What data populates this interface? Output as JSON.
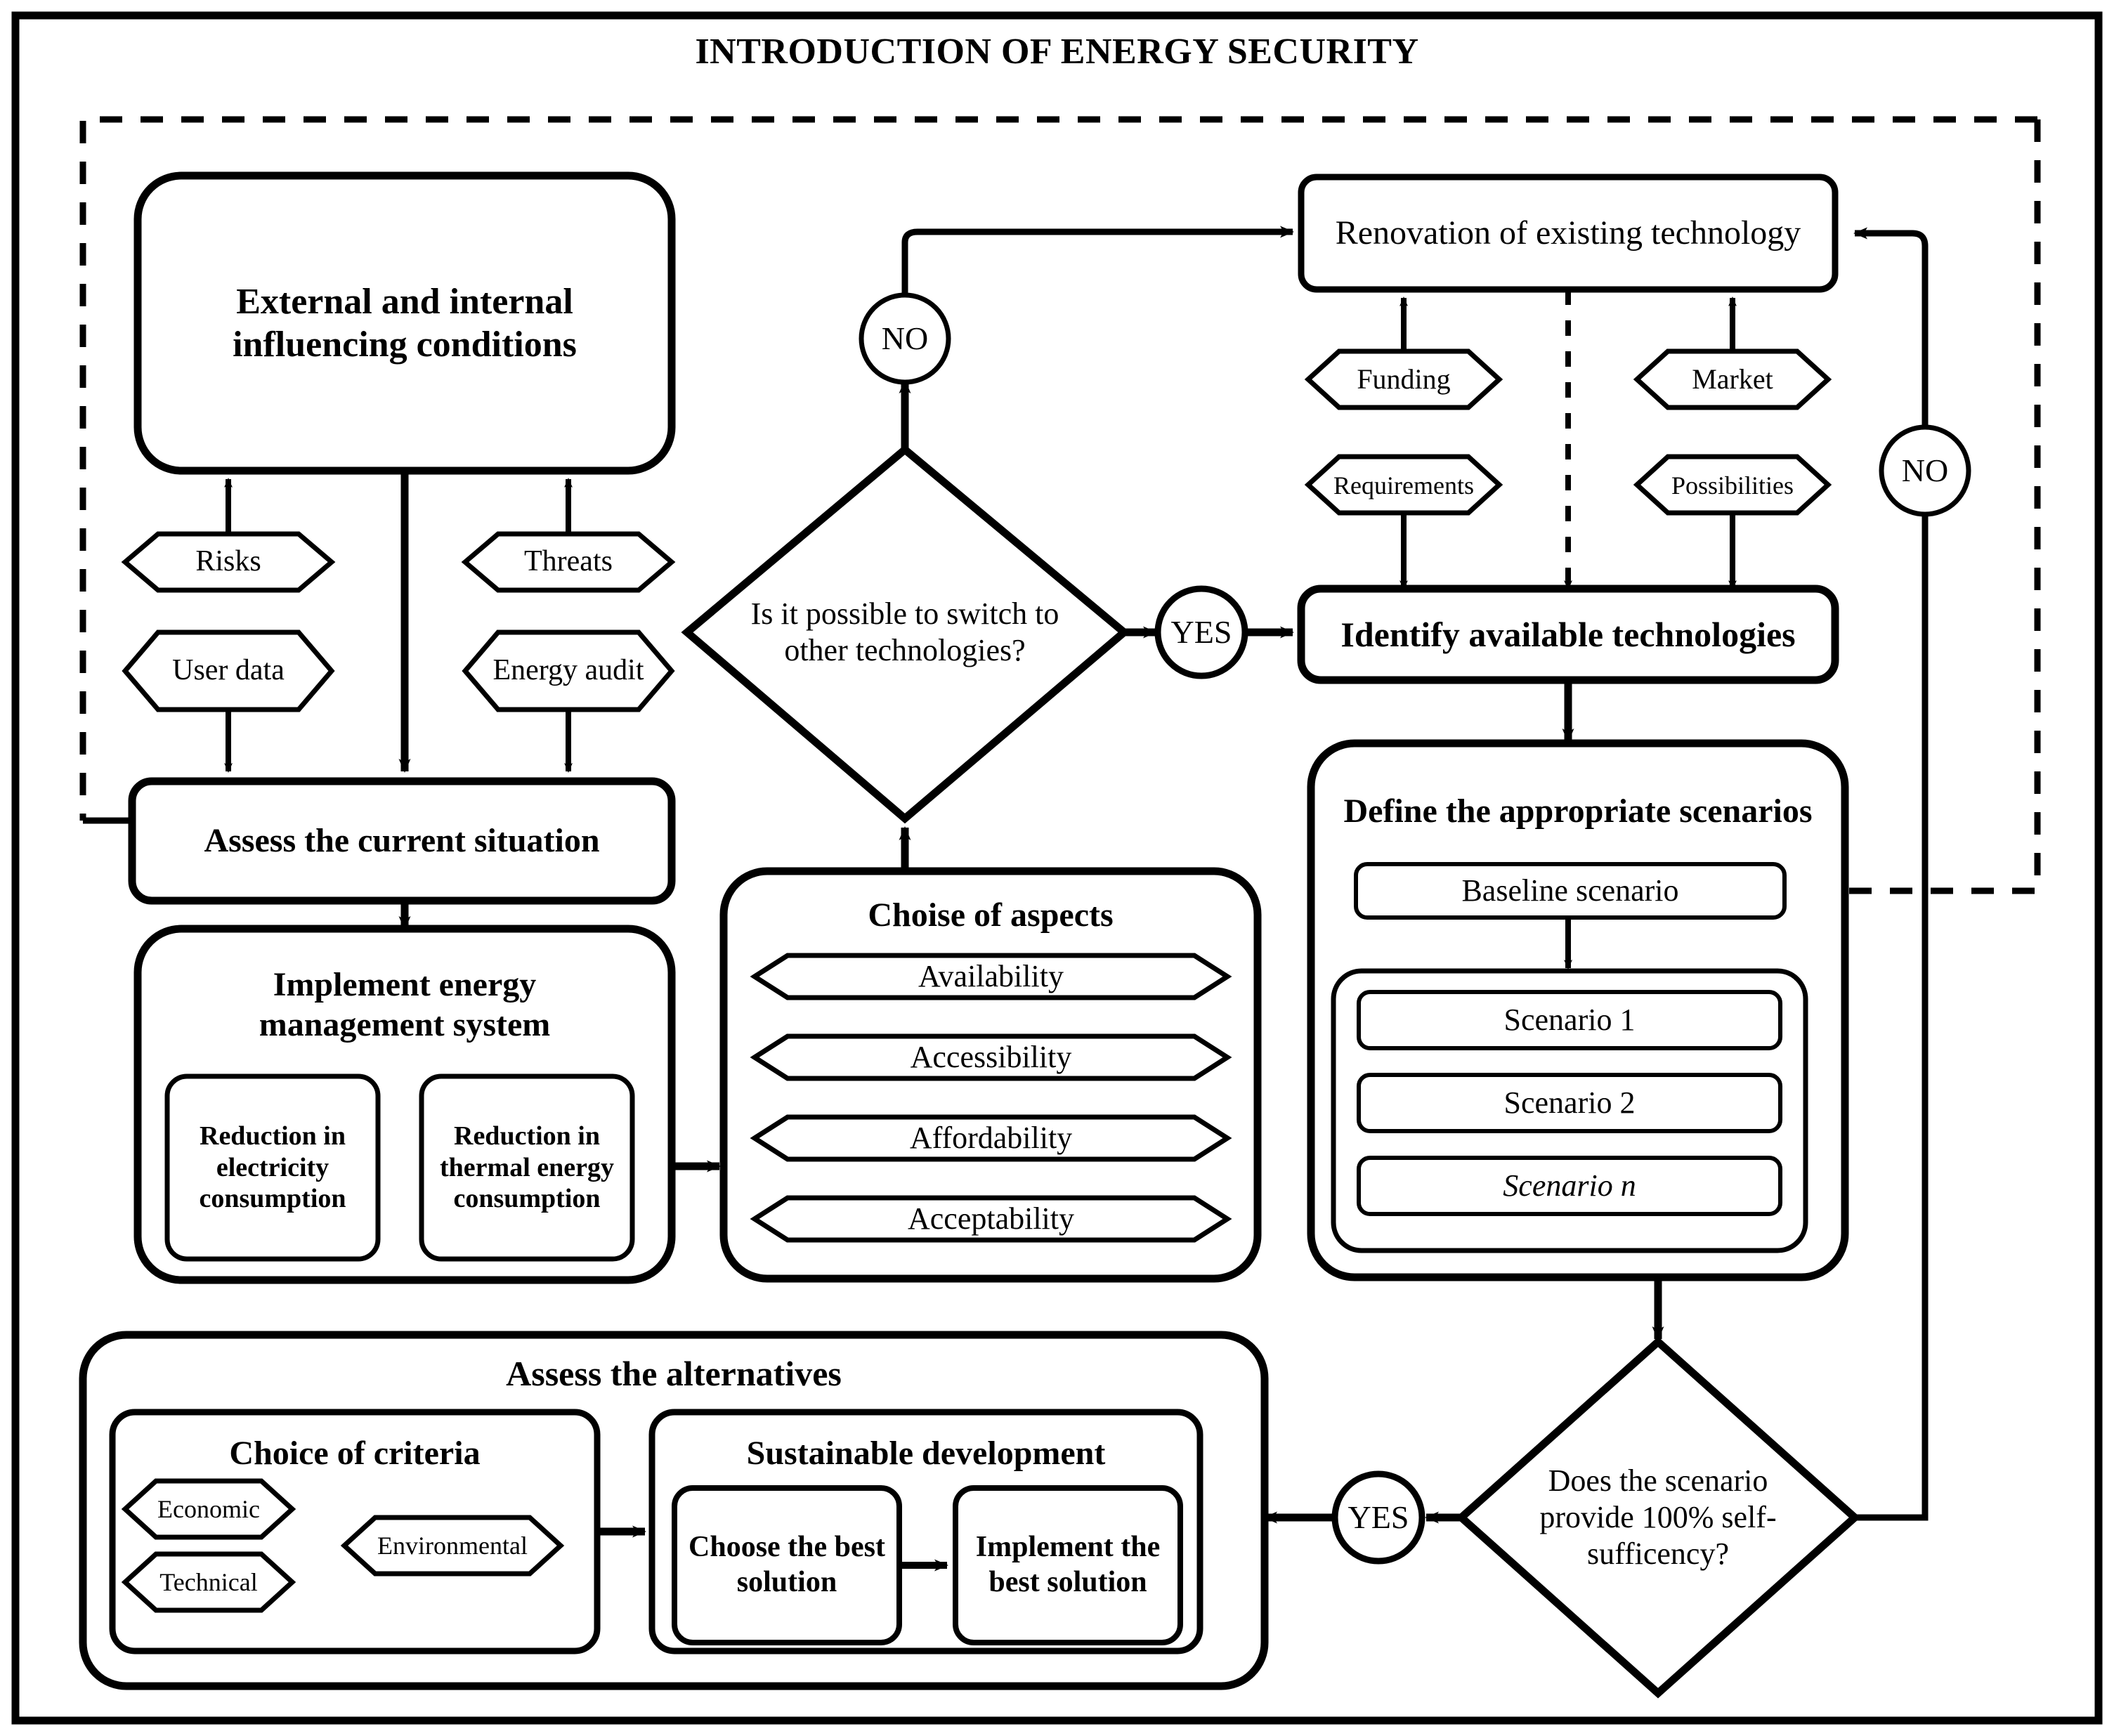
{
  "title": "INTRODUCTION OF ENERGY SECURITY",
  "nodes": {
    "external_conditions": "External and internal influencing conditions",
    "assess_current": "Assess the current situation",
    "implement_ems": "Implement energy management system",
    "reduction_electricity": "Reduction in electricity consumption",
    "reduction_thermal": "Reduction in thermal energy consumption",
    "choise_aspects": "Choise of aspects",
    "decision_switch": "Is it possible to switch to other technologies?",
    "renovation": "Renovation of existing technology",
    "identify_tech": "Identify available technologies",
    "define_scenarios": "Define the appropriate scenarios",
    "baseline_scenario": "Baseline scenario",
    "decision_selfsufficiency": "Does the scenario provide 100% self-sufficency?",
    "assess_alternatives": "Assess the alternatives",
    "choice_criteria": "Choice of criteria",
    "sustainable_development": "Sustainable development",
    "choose_best": "Choose the best solution",
    "implement_best": "Implement the best solution"
  },
  "hexagons": {
    "risks": "Risks",
    "user_data": "User data",
    "threats": "Threats",
    "energy_audit": "Energy audit",
    "funding": "Funding",
    "requirements": "Requirements",
    "market": "Market",
    "possibilities": "Possibilities",
    "economic": "Economic",
    "technical": "Technical",
    "environmental": "Environmental"
  },
  "aspects": [
    "Availability",
    "Accessibility",
    "Affordability",
    "Acceptability"
  ],
  "scenarios": [
    "Scenario 1",
    "Scenario 2",
    "Scenario n"
  ],
  "connectors": {
    "no_left": "NO",
    "no_right": "NO",
    "yes_top": "YES",
    "yes_bottom": "YES"
  },
  "colors": {
    "stroke": "#000000",
    "fill": "#ffffff",
    "text": "#000000"
  }
}
